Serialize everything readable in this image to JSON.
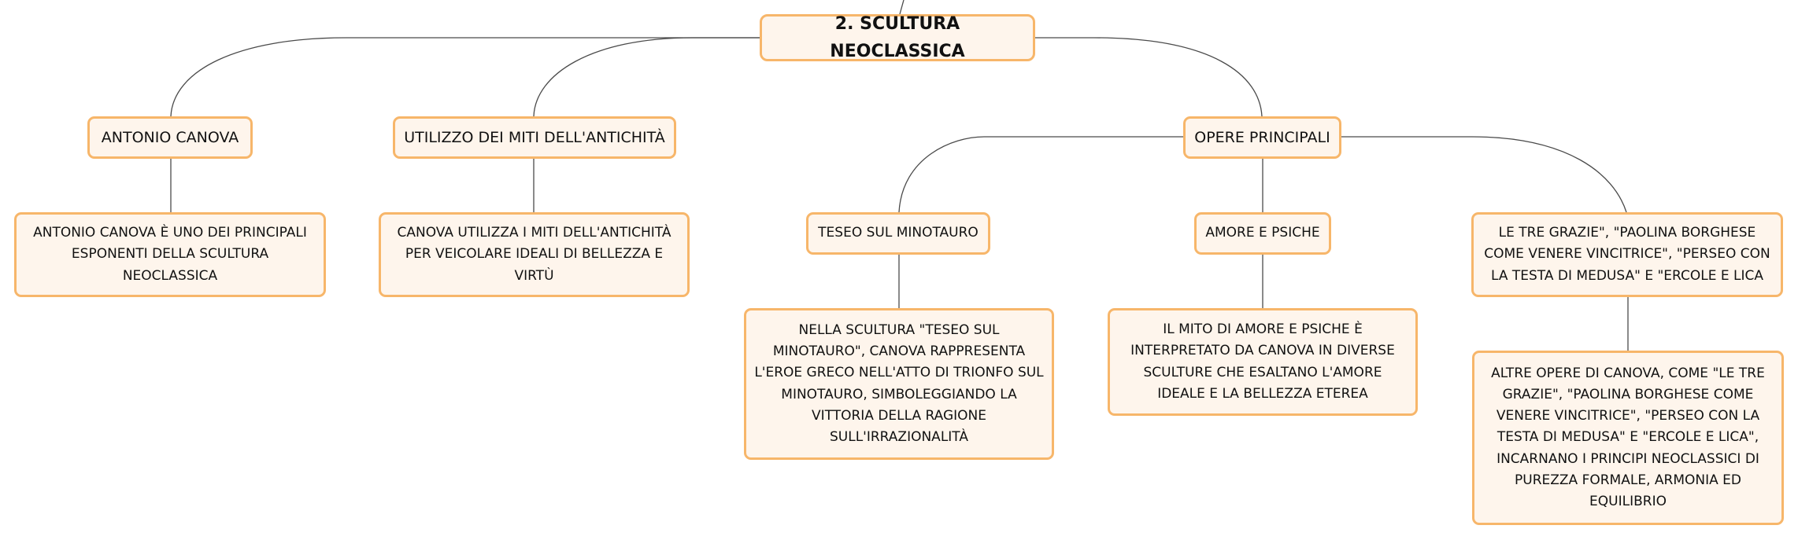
{
  "mindmap": {
    "root": "2. SCULTURA NEOCLASSICA",
    "branches": {
      "canova": {
        "title": "ANTONIO CANOVA",
        "detail": "ANTONIO CANOVA È UNO DEI PRINCIPALI ESPONENTI DELLA SCULTURA NEOCLASSICA"
      },
      "miti": {
        "title": "UTILIZZO DEI MITI DELL'ANTICHITÀ",
        "detail": "CANOVA UTILIZZA I MITI DELL'ANTICHITÀ PER VEICOLARE IDEALI DI BELLEZZA E VIRTÙ"
      },
      "opere": {
        "title": "OPERE PRINCIPALI",
        "teseo": {
          "title": "TESEO SUL MINOTAURO",
          "detail": "NELLA SCULTURA \"TESEO SUL MINOTAURO\", CANOVA RAPPRESENTA L'EROE GRECO NELL'ATTO DI TRIONFO SUL MINOTAURO, SIMBOLEGGIANDO LA VITTORIA DELLA RAGIONE SULL'IRRAZIONALITÀ"
        },
        "amore": {
          "title": "AMORE E PSICHE",
          "detail": "IL MITO DI AMORE E PSICHE È INTERPRETATO DA CANOVA IN DIVERSE SCULTURE CHE ESALTANO L'AMORE IDEALE E LA BELLEZZA ETEREA"
        },
        "grazie": {
          "title": "LE TRE GRAZIE\", \"PAOLINA BORGHESE COME VENERE VINCITRICE\", \"PERSEO CON LA TESTA DI MEDUSA\" E \"ERCOLE E LICA",
          "detail": "ALTRE OPERE DI CANOVA, COME \"LE TRE GRAZIE\", \"PAOLINA BORGHESE COME VENERE VINCITRICE\", \"PERSEO CON LA TESTA DI MEDUSA\" E \"ERCOLE E LICA\", INCARNANO I PRINCIPI NEOCLASSICI DI PUREZZA FORMALE, ARMONIA ED EQUILIBRIO"
        }
      }
    }
  },
  "colors": {
    "node_fill": "#fef5ec",
    "node_border": "#f7b66a",
    "connector": "#4a4a4a"
  }
}
